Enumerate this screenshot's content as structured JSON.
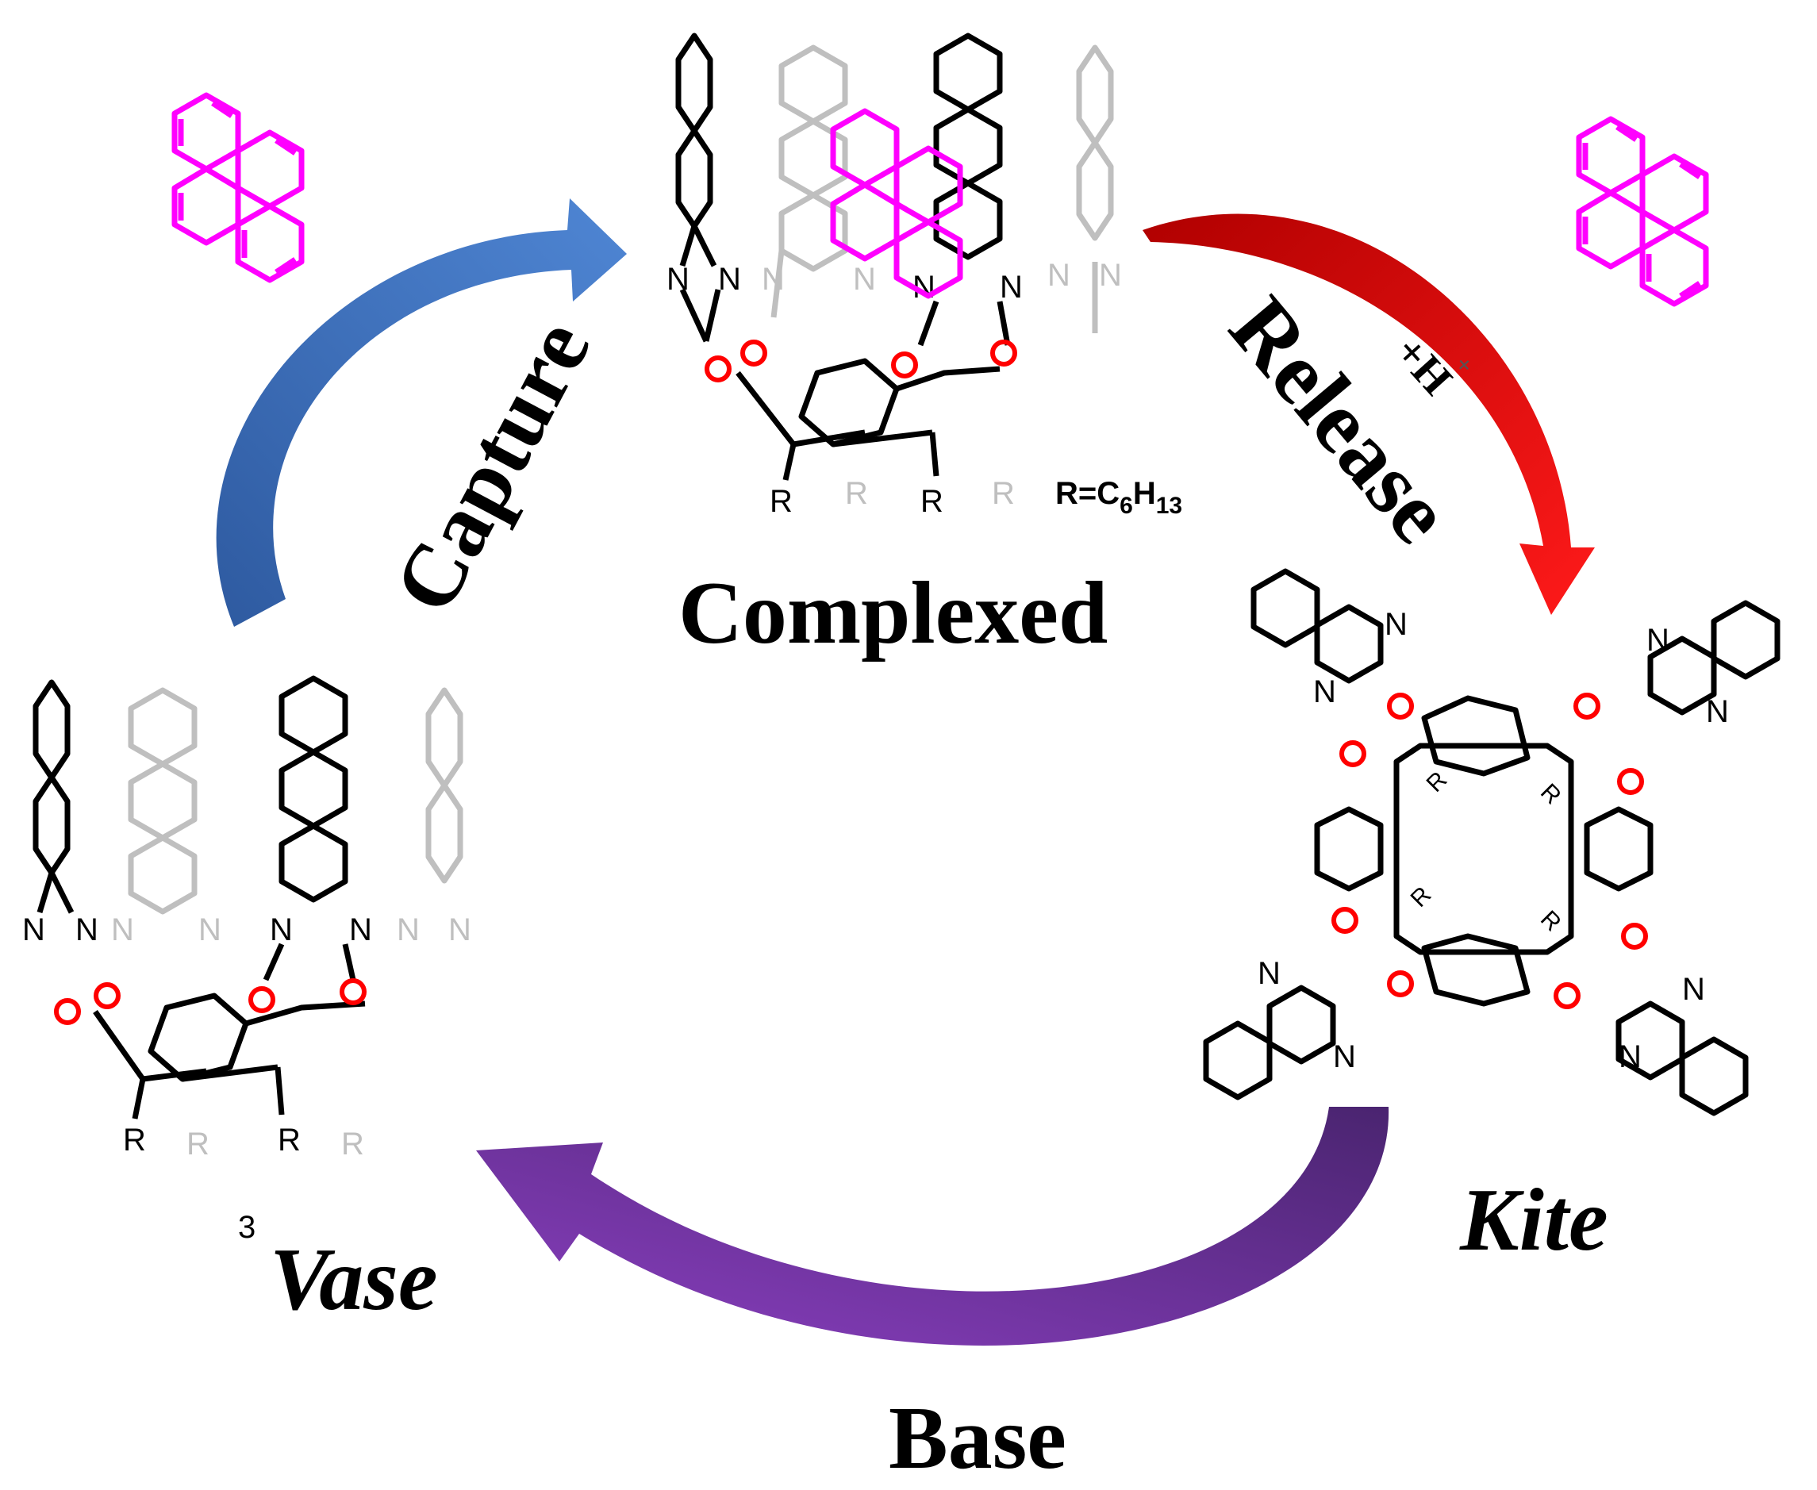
{
  "labels": {
    "capture": "Capture",
    "release": "Release",
    "base": "Base",
    "complexed": "Complexed",
    "kite": "Kite",
    "vase": "Vase",
    "vase_number": "3",
    "proton": "+H",
    "proton_charge": "+",
    "r_definition": "R=C6H13",
    "r_def_prefix": "R=C",
    "r_def_sub1": "6",
    "r_def_mid": "H",
    "r_def_sub2": "13"
  },
  "atoms": {
    "N": "N",
    "O": "O",
    "R": "R"
  },
  "colors": {
    "capture_arrow": "#3f6fb7",
    "release_arrow": "#d01010",
    "base_arrow": "#6a2f98",
    "guest_pyrene": "#ff00ff",
    "oxygen": "#ff0000",
    "back_structure": "#bfbfbf",
    "front_structure": "#000000"
  }
}
